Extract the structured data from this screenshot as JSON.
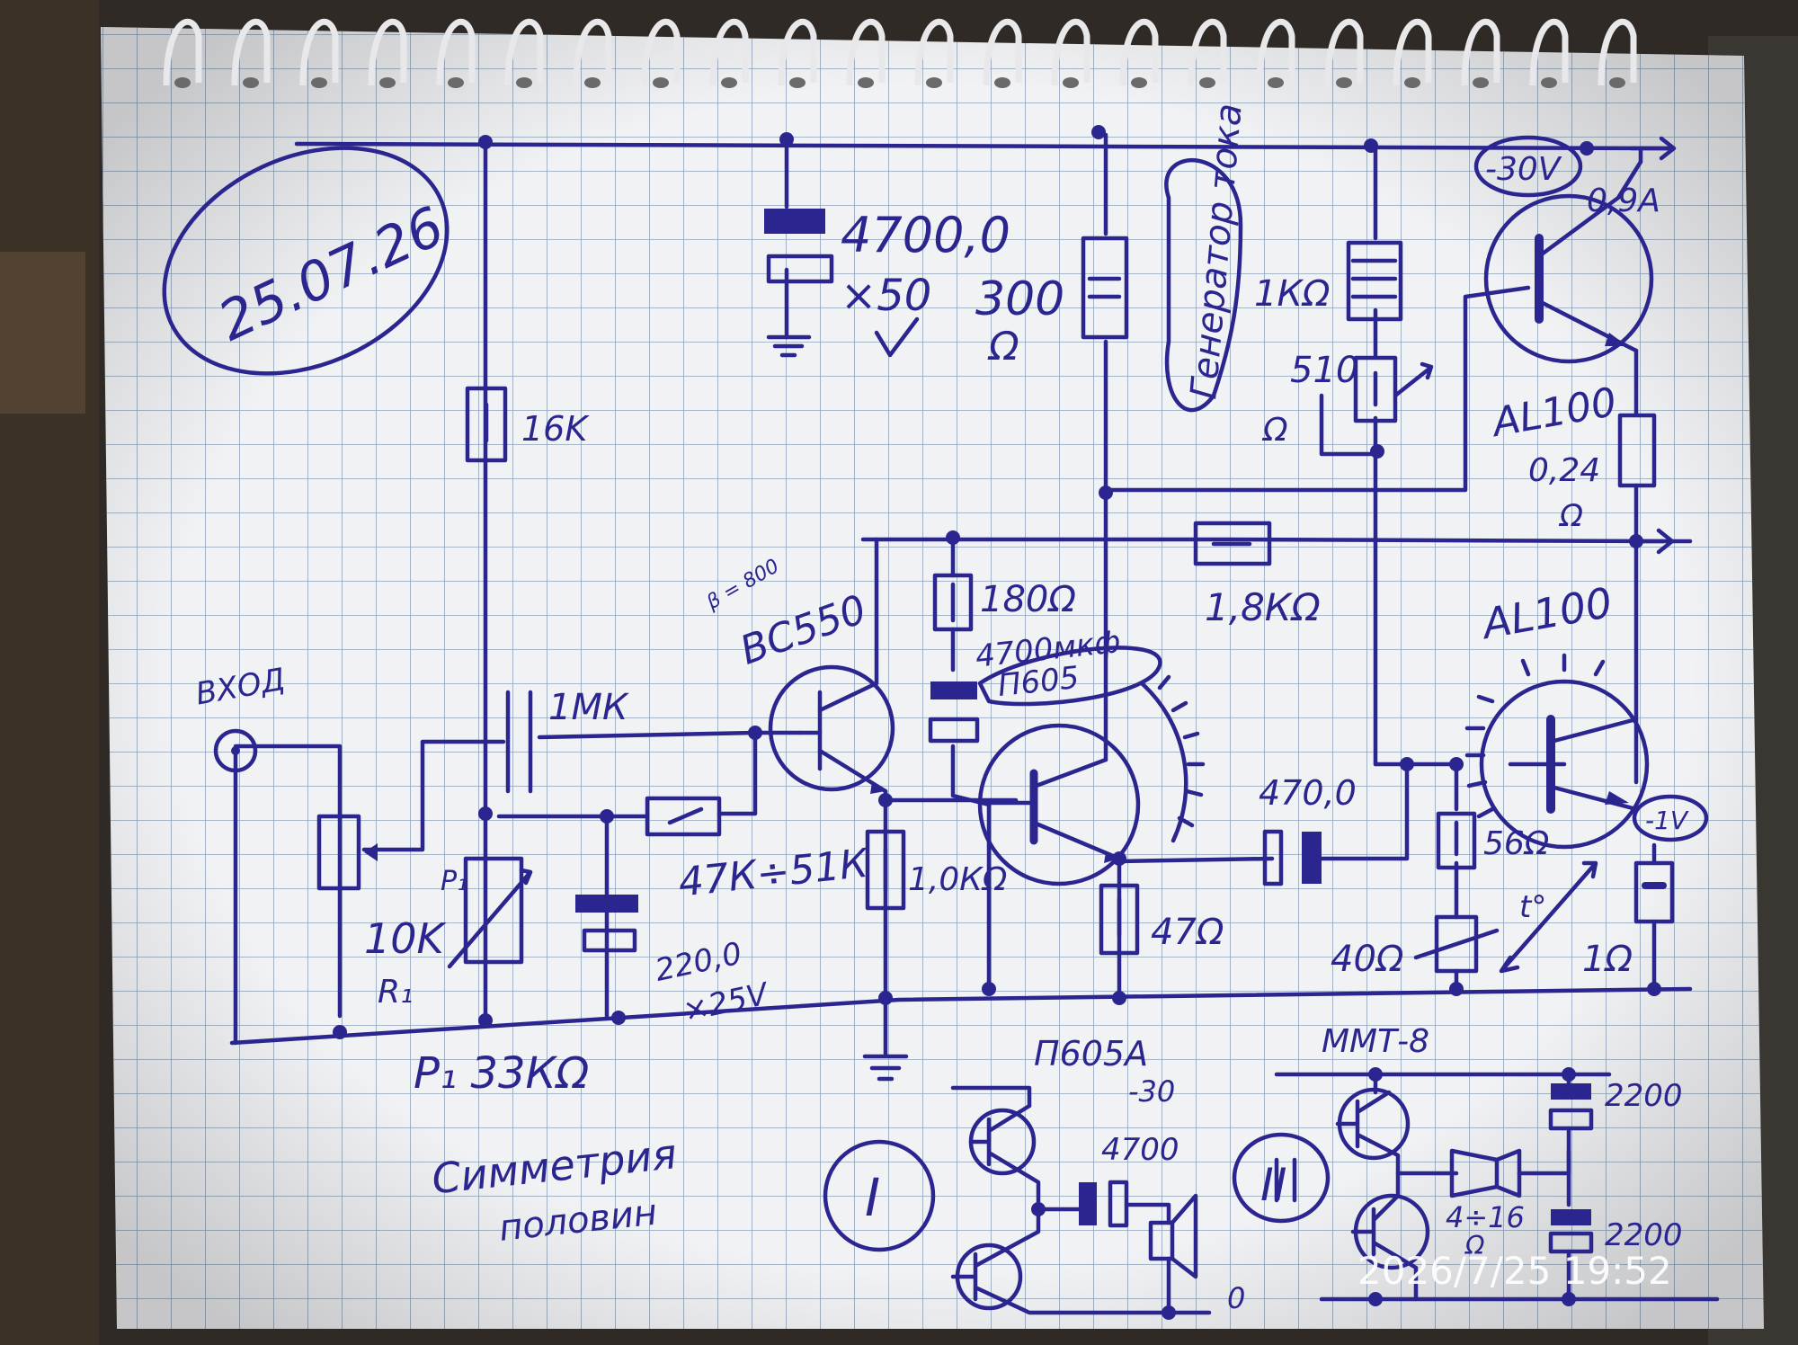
{
  "photo": {
    "timestamp": "2026/7/25 19:52",
    "date_note": "25.07.26"
  },
  "notes": {
    "input": "ВХОД",
    "symmetry": "Симметрия",
    "halves": "половин",
    "current_source": "Генератор тока",
    "beta": "β = 800",
    "supply": "-30V",
    "current": "0,9A",
    "minus_one_volt": "-1V",
    "temperature": "t°"
  },
  "components": {
    "r16k": "16K",
    "c1mk": "1МК",
    "p1": "P₁",
    "p1_value": "10K",
    "r1": "R₁",
    "r1_value": "P₁  33КΩ",
    "c220": "220,0",
    "c220_v": "×25V",
    "r47k": "47К÷51К",
    "q1": "BC550",
    "r1_0k": "1,0КΩ",
    "r180": "180Ω",
    "c4700mkf": "4700мкф",
    "q2": "П605",
    "r47": "47Ω",
    "c4700": "4700,0",
    "c4700_v": "×50",
    "r300": "300",
    "r300_unit": "Ω",
    "r1k": "1КΩ",
    "r510": "510",
    "r510_unit": "Ω",
    "r1_8k": "1,8КΩ",
    "c470": "470,0",
    "q3": "AL100",
    "q4": "AL100",
    "r0_24": "0,24",
    "r0_24_unit": "Ω",
    "r56": "56Ω",
    "r40": "40Ω",
    "r1ohm": "1Ω"
  },
  "inset1": {
    "label": "I",
    "transistor": "П605А",
    "supply": "-30",
    "cap": "4700",
    "zero": "0"
  },
  "inset2": {
    "label": "II",
    "transistor": "ММТ-8",
    "cap_top": "2200",
    "cap_bottom": "2200",
    "speaker": "4÷16",
    "speaker_unit": "Ω"
  }
}
